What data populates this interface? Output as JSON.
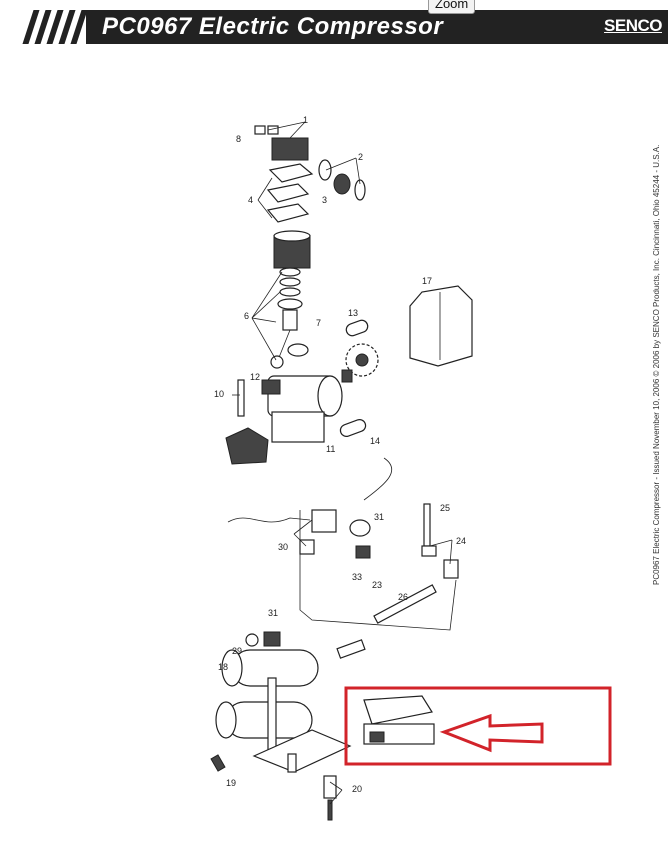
{
  "header": {
    "title": "PC0967 Electric Compressor",
    "brand": "SENCO",
    "zoom_label": "Zoom"
  },
  "side_note": "PC0967 Electric Compressor - Issued November 10, 2006  © 2006 by SENCO Products, Inc. Cincinnati, Ohio 45244 - U.S.A.",
  "callouts": [
    "1",
    "2",
    "3",
    "4",
    "6",
    "7",
    "8",
    "10",
    "11",
    "12",
    "13",
    "14",
    "17",
    "18",
    "19",
    "20",
    "23",
    "24",
    "25",
    "26",
    "29",
    "30",
    "31",
    "31",
    "33"
  ],
  "highlight": {
    "color": "#d2232a"
  }
}
